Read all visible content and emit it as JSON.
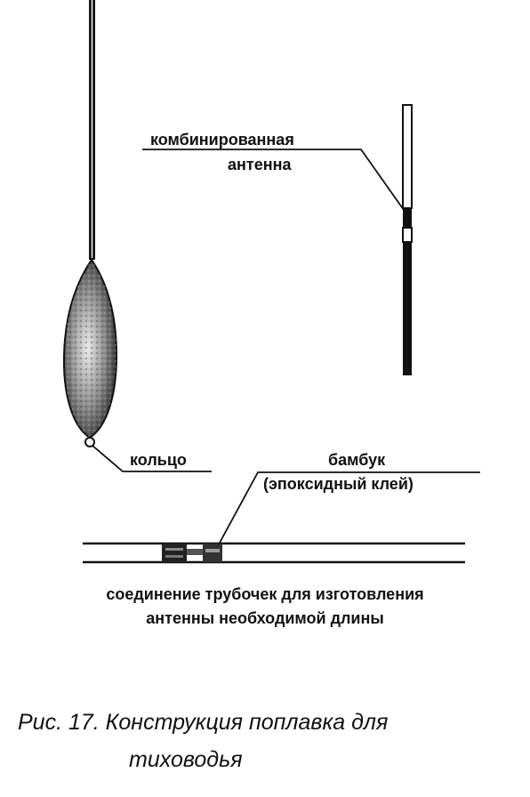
{
  "labels": {
    "antenna_line1": "комбинированная",
    "antenna_line2": "антенна",
    "ring": "кольцо",
    "bamboo_line1": "бамбук",
    "bamboo_line2": "(эпоксидный клей)"
  },
  "caption": {
    "line1": "соединение трубочек для изготовления",
    "line2": "антенны необходимой длины"
  },
  "figure_title": {
    "line1": "Рис. 17. Конструкция поплавка для",
    "line2": "тиховодья"
  },
  "colors": {
    "ink": "#111111",
    "paper": "#ffffff",
    "body_fill": "#5a5a5a"
  }
}
